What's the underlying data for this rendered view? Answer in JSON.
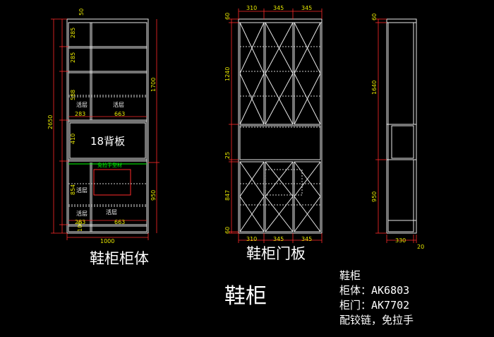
{
  "cabinet_body": {
    "caption": "鞋柜柜体",
    "total_height": "2650",
    "total_width": "1000",
    "upper_height": "1700",
    "lower_height": "950",
    "top_gap": "50",
    "shelf_heights": [
      "285",
      "285",
      "588"
    ],
    "back_panel_height": "410",
    "lower_shelf_height": "854",
    "bottom_gap": "100",
    "width_left": "283",
    "width_right": "663",
    "adjustable_shelf": "活层",
    "back_panel_label": "18背板",
    "pull_handle_note": "免拉手型材"
  },
  "cabinet_door": {
    "caption": "鞋柜门板",
    "door_widths": [
      "310",
      "345",
      "345"
    ],
    "top_gap": "60",
    "upper_door_height": "1240",
    "middle_gap": "25",
    "lower_door_height": "847",
    "bottom_gap": "60"
  },
  "side_view": {
    "top_gap": "60",
    "upper_height": "1640",
    "lower_height": "950",
    "depth": "330",
    "toe_kick": "20"
  },
  "main_title": "鞋柜",
  "info": {
    "line1": "鞋柜",
    "line2": "柜体：AK6803",
    "line3": "柜门：AK7702",
    "line4": "配铰链，免拉手"
  },
  "colors": {
    "background": "#000000",
    "outline": "#ffffff",
    "dimension": "#ff2a2a",
    "dimension_text": "#e6e600",
    "profile": "#00ff00"
  }
}
